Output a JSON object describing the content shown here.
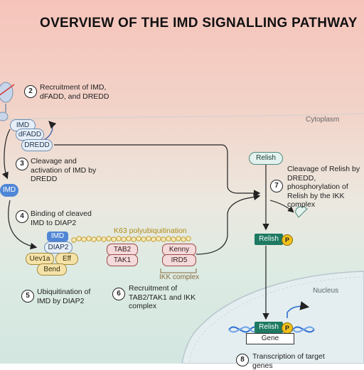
{
  "title": "OVERVIEW OF THE IMD SIGNALLING PATHWAY",
  "regions": {
    "cytoplasm": "Cytoplasm",
    "nucleus": "Nucleus"
  },
  "steps": [
    {
      "number": "2",
      "text": "Recruitment of IMD, dFADD, and DREDD"
    },
    {
      "number": "3",
      "text": "Cleavage and activation of IMD by DREDD"
    },
    {
      "number": "4",
      "text": "Binding of cleaved IMD to DIAP2"
    },
    {
      "number": "5",
      "text": "Ubiquitination of IMD by DIAP2"
    },
    {
      "number": "6",
      "text": "Recruitment of TAB2/TAK1 and IKK complex"
    },
    {
      "number": "7",
      "text": "Cleavage of Relish by DREDD, phosphorylation of Relish by the IKK complex"
    },
    {
      "number": "8",
      "text": "Transcription of target genes"
    }
  ],
  "molecules": {
    "imd": "IMD",
    "dfadd": "dFADD",
    "dredd": "DREDD",
    "imd_cleaved": "IMD",
    "imd_bound": "IMD",
    "diap2": "DIAP2",
    "uev1a": "Uev1a",
    "eff": "Eff",
    "bend": "Bend",
    "tab2": "TAB2",
    "tak1": "TAK1",
    "kenny": "Kenny",
    "ird5": "IRD5",
    "relish": "Relish",
    "relish_phospho": "Relish",
    "relish_nuclear": "Relish",
    "phospho": "P",
    "gene": "Gene"
  },
  "labels": {
    "k63": "K63 polyubiquitination",
    "ikk": "IKK complex"
  },
  "colors": {
    "imd_blue": "#4f86d6",
    "relish_green": "#1e7a62",
    "phospho_yellow": "#f2c21c",
    "ubiquitin_gold": "#d9b640",
    "dna_blue": "#2f6fd0"
  }
}
